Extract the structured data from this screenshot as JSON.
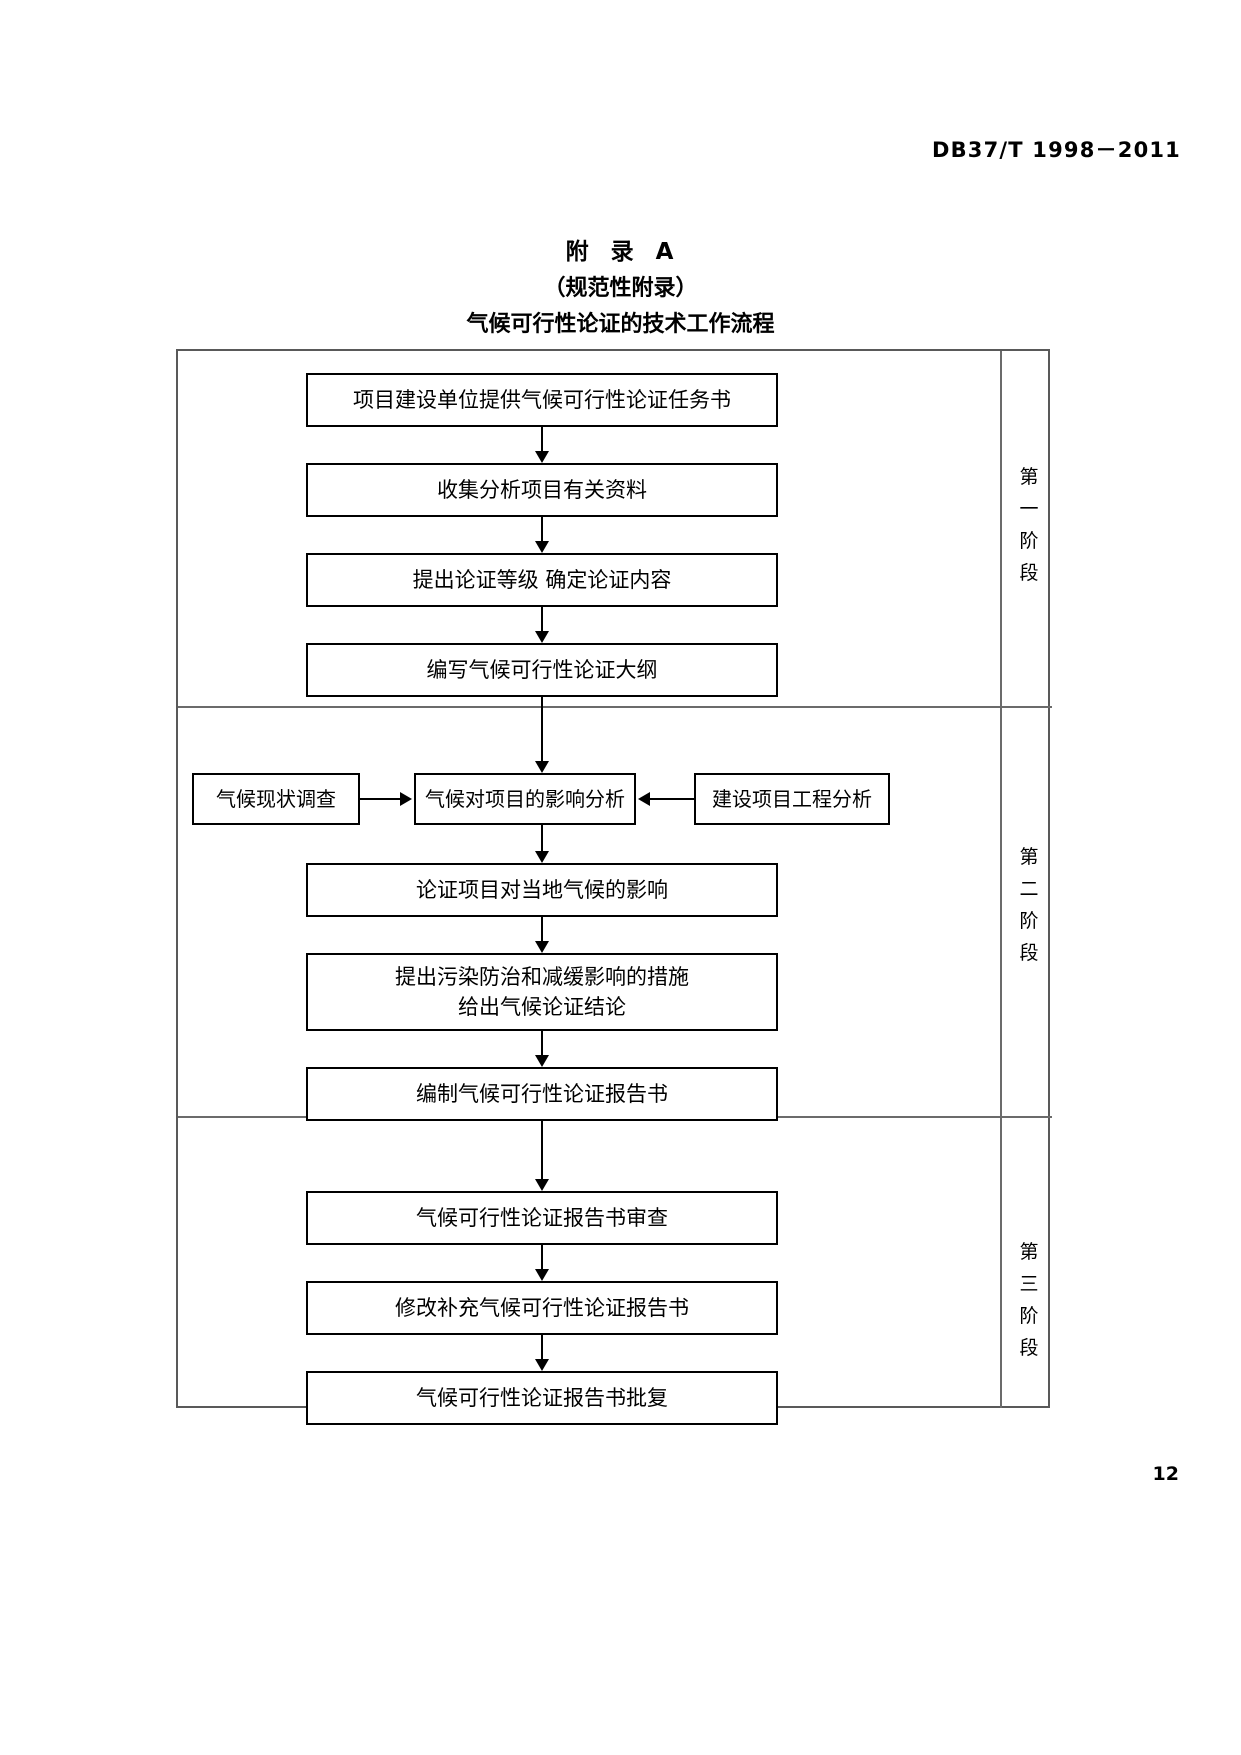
{
  "header": {
    "standard_code": "DB37/T 1998－2011"
  },
  "title": {
    "annex": "附  录  A",
    "normative": "（规范性附录）",
    "subject": "气候可行性论证的技术工作流程"
  },
  "flowchart": {
    "stages": [
      {
        "id": "stage-1",
        "label_chars": [
          "第",
          "一",
          "阶",
          "段"
        ]
      },
      {
        "id": "stage-2",
        "label_chars": [
          "第",
          "二",
          "阶",
          "段"
        ]
      },
      {
        "id": "stage-3",
        "label_chars": [
          "第",
          "三",
          "阶",
          "段"
        ]
      }
    ],
    "nodes": [
      {
        "id": "n1",
        "text": "项目建设单位提供气候可行性论证任务书"
      },
      {
        "id": "n2",
        "text": "收集分析项目有关资料"
      },
      {
        "id": "n3",
        "text": "提出论证等级  确定论证内容"
      },
      {
        "id": "n4",
        "text": "编写气候可行性论证大纲"
      },
      {
        "id": "n5",
        "text": "气候现状调查"
      },
      {
        "id": "n6",
        "text": "气候对项目的影响分析"
      },
      {
        "id": "n7",
        "text": "建设项目工程分析"
      },
      {
        "id": "n8",
        "text": "论证项目对当地气候的影响"
      },
      {
        "id": "n9",
        "text": "提出污染防治和减缓影响的措施\n给出气候论证结论"
      },
      {
        "id": "n10",
        "text": "编制气候可行性论证报告书"
      },
      {
        "id": "n11",
        "text": "气候可行性论证报告书审查"
      },
      {
        "id": "n12",
        "text": "修改补充气候可行性论证报告书"
      },
      {
        "id": "n13",
        "text": "气候可行性论证报告书批复"
      }
    ]
  },
  "footer": {
    "page_number": "12"
  }
}
